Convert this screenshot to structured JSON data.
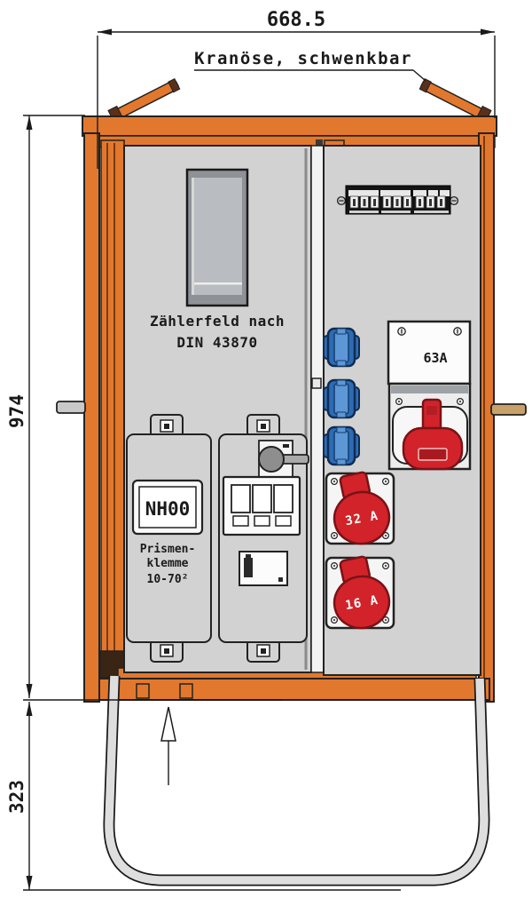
{
  "diagram": {
    "dimensions": {
      "width_mm": "668.5",
      "height_mm": "974",
      "stand_height_mm": "323"
    },
    "annotations": {
      "crane_label": "Kranöse, schwenkbar",
      "meter_field_line1": "Zählerfeld nach",
      "meter_field_line2": "DIN 43870",
      "fuse_label": "NH00",
      "clamp_line1": "Prismen-",
      "clamp_line2": "klemme",
      "clamp_line3": "10-70²"
    },
    "sockets": {
      "cee_63a_label": "63A",
      "cee_32a_label": "32 A",
      "cee_16a_label": "16 A",
      "schuko_socket_count": 3,
      "breaker_toggle_count": 9
    },
    "colors": {
      "cabinet_orange": "#E2782D",
      "panel_gray": "#D2D2D2",
      "socket_blue": "#2D6CB5",
      "socket_red": "#D2232A",
      "stand_gray": "#DEDEDE"
    }
  }
}
